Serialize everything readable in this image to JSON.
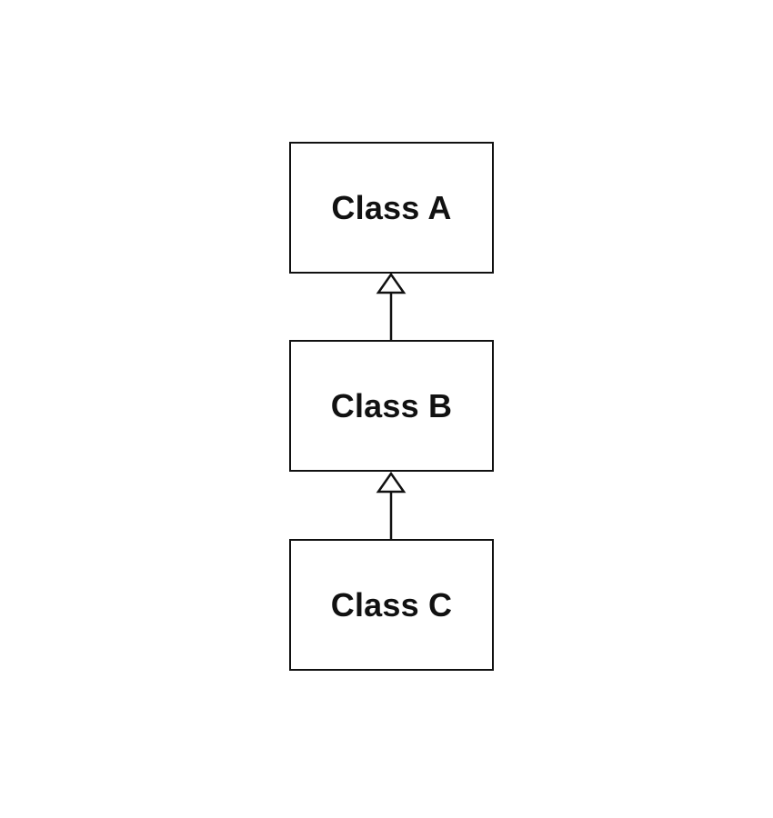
{
  "diagram": {
    "classes": [
      {
        "id": "a",
        "label": "Class A"
      },
      {
        "id": "b",
        "label": "Class B"
      },
      {
        "id": "c",
        "label": "Class C"
      }
    ],
    "relations": [
      {
        "from": "b",
        "to": "a",
        "type": "inheritance"
      },
      {
        "from": "c",
        "to": "b",
        "type": "inheritance"
      }
    ],
    "colors": {
      "stroke": "#111111",
      "fill": "#ffffff",
      "text": "#111111"
    }
  }
}
